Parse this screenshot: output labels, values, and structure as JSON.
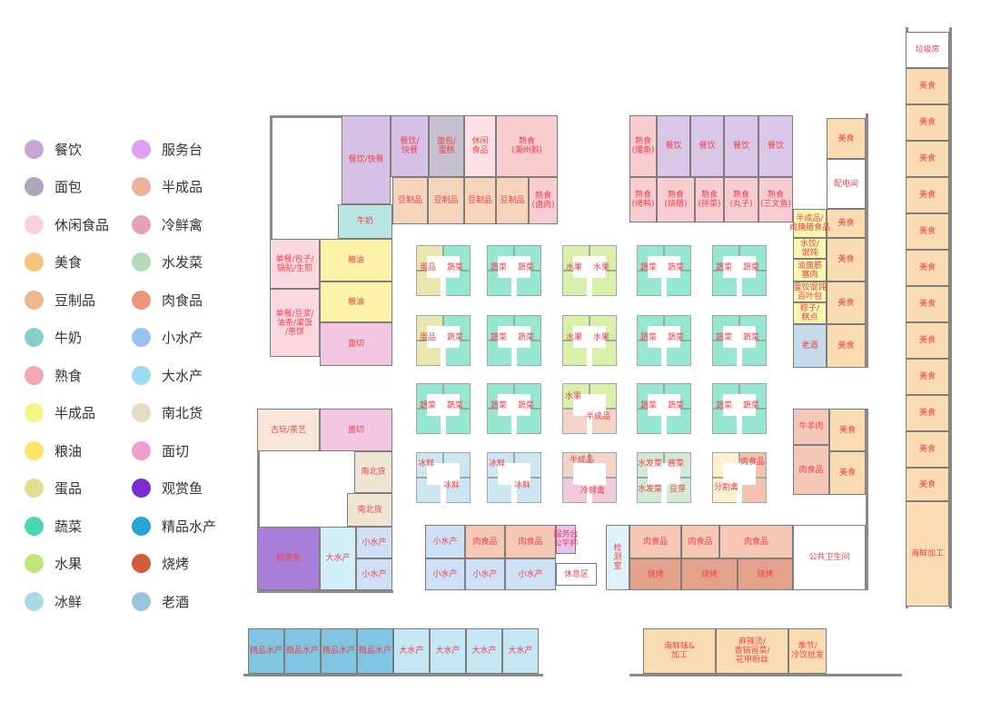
{
  "legend": [
    {
      "label": "餐饮",
      "color": "#c7a6d6"
    },
    {
      "label": "面包",
      "color": "#afa5bd"
    },
    {
      "label": "休闲食品",
      "color": "#fdd1dc"
    },
    {
      "label": "美食",
      "color": "#f8c37f"
    },
    {
      "label": "豆制品",
      "color": "#ecb98f"
    },
    {
      "label": "牛奶",
      "color": "#86d0cc"
    },
    {
      "label": "熟食",
      "color": "#f3a7b2"
    },
    {
      "label": "半成品",
      "color": "#f6f58a"
    },
    {
      "label": "粮油",
      "color": "#fde46a"
    },
    {
      "label": "蛋品",
      "color": "#e3df91"
    },
    {
      "label": "蔬菜",
      "color": "#4bd6b2"
    },
    {
      "label": "水果",
      "color": "#bfe676"
    },
    {
      "label": "冰鲜",
      "color": "#acd7e9"
    },
    {
      "label": "服务台",
      "color": "#e29ef3"
    },
    {
      "label": "半成品",
      "color": "#edb29c"
    },
    {
      "label": "冷鲜禽",
      "color": "#e4a2b7"
    },
    {
      "label": "水发菜",
      "color": "#b4dbb6"
    },
    {
      "label": "肉食品",
      "color": "#ee967c"
    },
    {
      "label": "小水产",
      "color": "#9ac4f0"
    },
    {
      "label": "大水产",
      "color": "#9bdcf0"
    },
    {
      "label": "南北货",
      "color": "#e6dac4"
    },
    {
      "label": "面切",
      "color": "#ee9fcf"
    },
    {
      "label": "观赏鱼",
      "color": "#7a2bd4"
    },
    {
      "label": "精品水产",
      "color": "#28a6d3"
    },
    {
      "label": "烧烤",
      "color": "#d25c3c"
    },
    {
      "label": "老酒",
      "color": "#9ac4de"
    }
  ],
  "rooms": [
    {
      "label": "餐饮/快餐",
      "color": "#d6c0e6"
    },
    {
      "label": "餐饮/\n快餐",
      "color": "#d6c0e6"
    },
    {
      "label": "面包/\n蛋糕",
      "color": "#c6c1cf"
    },
    {
      "label": "休闲\n食品",
      "color": "#fde0e6"
    },
    {
      "label": "熟食\n(潮州鹅)",
      "color": "#f7cdd2"
    },
    {
      "label": "豆制品",
      "color": "#f4d5bc"
    },
    {
      "label": "豆制品",
      "color": "#f4d5bc"
    },
    {
      "label": "豆制品",
      "color": "#f4d5bc"
    },
    {
      "label": "豆制品",
      "color": "#f4d5bc"
    },
    {
      "label": "熟食\n(卤肉)",
      "color": "#f7cdd2"
    },
    {
      "label": "牛奶",
      "color": "#b9e5e3"
    },
    {
      "label": "单餐/包子/\n锅贴/生煎",
      "color": "#fcd9e1"
    },
    {
      "label": "粮油",
      "color": "#fdf3a8"
    },
    {
      "label": "粮油",
      "color": "#fdf3a8"
    },
    {
      "label": "单餐/豆浆/\n油条/粢饭\n/葱饼",
      "color": "#fcd9e1"
    },
    {
      "label": "面切",
      "color": "#f3c6e2"
    },
    {
      "label": "熟食\n(爆鱼)",
      "color": "#f7cdd2"
    },
    {
      "label": "餐饮",
      "color": "#dac6e6"
    },
    {
      "label": "餐饮",
      "color": "#dac6e6"
    },
    {
      "label": "餐饮",
      "color": "#dac6e6"
    },
    {
      "label": "餐饮",
      "color": "#dac6e6"
    },
    {
      "label": "熟食\n(烤鸭)",
      "color": "#f7cdd2"
    },
    {
      "label": "熟食\n(烧腊)",
      "color": "#f7cdd2"
    },
    {
      "label": "熟食\n(拌菜)",
      "color": "#f7cdd2"
    },
    {
      "label": "熟食\n(丸子)",
      "color": "#f7cdd2"
    },
    {
      "label": "熟食\n(三文鱼)",
      "color": "#f7cdd2"
    },
    {
      "label": "美食",
      "color": "#f9dcb2"
    },
    {
      "label": "配电间",
      "color": "#ffffff"
    },
    {
      "label": "半成品/\n咸腌腊食品",
      "color": "#fbf6b0"
    },
    {
      "label": "美食",
      "color": "#f9dcb2"
    },
    {
      "label": "水饺/\n馄饨",
      "color": "#fbf6b0"
    },
    {
      "label": "油面筋\n塞肉",
      "color": "#fbf6b0"
    },
    {
      "label": "美食",
      "color": "#f9dcb2"
    },
    {
      "label": "蛋饺馄饨\n百叶包",
      "color": "#fbf6b0"
    },
    {
      "label": "粽子/\n糕点",
      "color": "#fbf6b0"
    },
    {
      "label": "美食",
      "color": "#f9dcb2"
    },
    {
      "label": "老酒",
      "color": "#c4dcea"
    },
    {
      "label": "美食",
      "color": "#f9dcb2"
    },
    {
      "label": "牛羊肉",
      "color": "#f3c8b8"
    },
    {
      "label": "肉食品",
      "color": "#f3c8b8"
    },
    {
      "label": "美食",
      "color": "#f9dcb2"
    },
    {
      "label": "美食",
      "color": "#f9dcb2"
    },
    {
      "label": "公共卫生间",
      "color": "#ffffff"
    },
    {
      "label": "垃圾房",
      "color": "#ffffff"
    },
    {
      "label": "美食",
      "color": "#f9dcb2"
    },
    {
      "label": "美食",
      "color": "#f9dcb2"
    },
    {
      "label": "美食",
      "color": "#f9dcb2"
    },
    {
      "label": "美食",
      "color": "#f9dcb2"
    },
    {
      "label": "美食",
      "color": "#f9dcb2"
    },
    {
      "label": "美食",
      "color": "#f9dcb2"
    },
    {
      "label": "美食",
      "color": "#f9dcb2"
    },
    {
      "label": "美食",
      "color": "#f9dcb2"
    },
    {
      "label": "美食",
      "color": "#f9dcb2"
    },
    {
      "label": "美食",
      "color": "#f9dcb2"
    },
    {
      "label": "美食",
      "color": "#f9dcb2"
    },
    {
      "label": "美食",
      "color": "#f9dcb2"
    },
    {
      "label": "海鲜加工",
      "color": "#f9dcb2"
    },
    {
      "label": "古玩/茶艺",
      "color": "#f8e7d8"
    },
    {
      "label": "面切",
      "color": "#f3c6e2"
    },
    {
      "label": "南北货",
      "color": "#eee6d3"
    },
    {
      "label": "南北货",
      "color": "#eee6d3"
    },
    {
      "label": "观赏鱼",
      "color": "#a97ed9"
    },
    {
      "label": "大水产",
      "color": "#d2eef8"
    },
    {
      "label": "小水产",
      "color": "#cde0f6"
    },
    {
      "label": "小水产",
      "color": "#cde0f6"
    },
    {
      "label": "小水产",
      "color": "#cde0f6"
    },
    {
      "label": "肉食品",
      "color": "#f5c7b4"
    },
    {
      "label": "肉食品",
      "color": "#f5c7b4"
    },
    {
      "label": "服务台\n公平称",
      "color": "#e8c2f3"
    },
    {
      "label": "小水产",
      "color": "#cde0f6"
    },
    {
      "label": "小水产",
      "color": "#cde0f6"
    },
    {
      "label": "小水产",
      "color": "#cde0f6"
    },
    {
      "label": "休息区",
      "color": "#ffffff"
    },
    {
      "label": "检\n测\n室",
      "color": "#e0f1f7"
    },
    {
      "label": "肉食品",
      "color": "#f5c7b4"
    },
    {
      "label": "肉食品",
      "color": "#f5c7b4"
    },
    {
      "label": "肉食品",
      "color": "#f5c7b4"
    },
    {
      "label": "烧烤",
      "color": "#e3a18c"
    },
    {
      "label": "烧烤",
      "color": "#e3a18c"
    },
    {
      "label": "烧烤",
      "color": "#e3a18c"
    },
    {
      "label": "精品水产",
      "color": "#80c5e1"
    },
    {
      "label": "精品水产",
      "color": "#80c5e1"
    },
    {
      "label": "精品水产",
      "color": "#80c5e1"
    },
    {
      "label": "精品水产",
      "color": "#80c5e1"
    },
    {
      "label": "大水产",
      "color": "#c5e7f4"
    },
    {
      "label": "大水产",
      "color": "#c5e7f4"
    },
    {
      "label": "大水产",
      "color": "#c5e7f4"
    },
    {
      "label": "大水产",
      "color": "#c5e7f4"
    },
    {
      "label": "海鲜味&\n加工",
      "color": "#f9dcb2"
    },
    {
      "label": "麻辣烫/\n香锅冒菜/\n花甲粉丝",
      "color": "#f9dcb2"
    },
    {
      "label": "季节/\n冷饮批发",
      "color": "#f9dcb2"
    }
  ],
  "stalls": [
    {
      "labels": [
        "蛋品",
        "蔬菜"
      ],
      "colors": [
        "#e9e7b0",
        "#97e6cf",
        "#e9e7b0",
        "#97e6cf"
      ]
    },
    {
      "labels": [
        "蔬菜",
        "蔬菜"
      ],
      "colors": [
        "#97e6cf",
        "#97e6cf",
        "#97e6cf",
        "#97e6cf"
      ]
    },
    {
      "labels": [
        "水果",
        "水果"
      ],
      "colors": [
        "#d9f0aa",
        "#d9f0aa",
        "#d9f0aa",
        "#d9f0aa"
      ]
    },
    {
      "labels": [
        "蔬菜",
        "蔬菜"
      ],
      "colors": [
        "#97e6cf",
        "#97e6cf",
        "#97e6cf",
        "#97e6cf"
      ]
    },
    {
      "labels": [
        "蔬菜",
        "蔬菜"
      ],
      "colors": [
        "#97e6cf",
        "#97e6cf",
        "#97e6cf",
        "#97e6cf"
      ]
    },
    {
      "labels": [
        "蛋品",
        "蔬菜"
      ],
      "colors": [
        "#e9e7b0",
        "#97e6cf",
        "#e9e7b0",
        "#97e6cf"
      ]
    },
    {
      "labels": [
        "蔬菜",
        "蔬菜"
      ],
      "colors": [
        "#97e6cf",
        "#97e6cf",
        "#97e6cf",
        "#97e6cf"
      ]
    },
    {
      "labels": [
        "水果",
        "水果"
      ],
      "colors": [
        "#d9f0aa",
        "#d9f0aa",
        "#d9f0aa",
        "#d9f0aa"
      ]
    },
    {
      "labels": [
        "蔬菜",
        "蔬菜"
      ],
      "colors": [
        "#97e6cf",
        "#97e6cf",
        "#97e6cf",
        "#97e6cf"
      ]
    },
    {
      "labels": [
        "蔬菜",
        "蔬菜"
      ],
      "colors": [
        "#97e6cf",
        "#97e6cf",
        "#97e6cf",
        "#97e6cf"
      ]
    },
    {
      "labels": [
        "蔬菜",
        "蔬菜"
      ],
      "colors": [
        "#97e6cf",
        "#97e6cf",
        "#97e6cf",
        "#97e6cf"
      ]
    },
    {
      "labels": [
        "蔬菜",
        "蔬菜"
      ],
      "colors": [
        "#97e6cf",
        "#97e6cf",
        "#97e6cf",
        "#97e6cf"
      ]
    },
    {
      "labels": [
        "水果",
        "半成品"
      ],
      "colors": [
        "#d9f0aa",
        "#d9f0aa",
        "#f5d3c7",
        "#f5d3c7"
      ]
    },
    {
      "labels": [
        "蔬菜",
        "蔬菜"
      ],
      "colors": [
        "#97e6cf",
        "#97e6cf",
        "#97e6cf",
        "#97e6cf"
      ]
    },
    {
      "labels": [
        "蔬菜",
        "蔬菜"
      ],
      "colors": [
        "#97e6cf",
        "#97e6cf",
        "#97e6cf",
        "#97e6cf"
      ]
    },
    {
      "labels": [
        "冰鲜",
        "冰鲜"
      ],
      "colors": [
        "#cde6f0",
        "#cde6f0",
        "#cde6f0",
        "#cde6f0"
      ]
    },
    {
      "labels": [
        "冰鲜",
        "冰鲜"
      ],
      "colors": [
        "#cde6f0",
        "#cde6f0",
        "#cde6f0",
        "#cde6f0"
      ]
    },
    {
      "labels": [
        "半成品",
        "冷鲜禽"
      ],
      "colors": [
        "#f5d3c7",
        "#f5d3c7",
        "#f1cbdc",
        "#f1cbdc"
      ]
    },
    {
      "labels": [
        "水发菜",
        "酱菜",
        "水发菜",
        "豆芽"
      ],
      "colors": [
        "#d3e9d4",
        "#d3e9d4",
        "#d3e9d4",
        "#d3e9d4"
      ]
    },
    {
      "labels": [
        "肉食品",
        "分割禽"
      ],
      "colors": [
        "#fdf0cf",
        "#f3c3b0",
        "#fdf0cf",
        "#f3c3b0"
      ]
    }
  ]
}
